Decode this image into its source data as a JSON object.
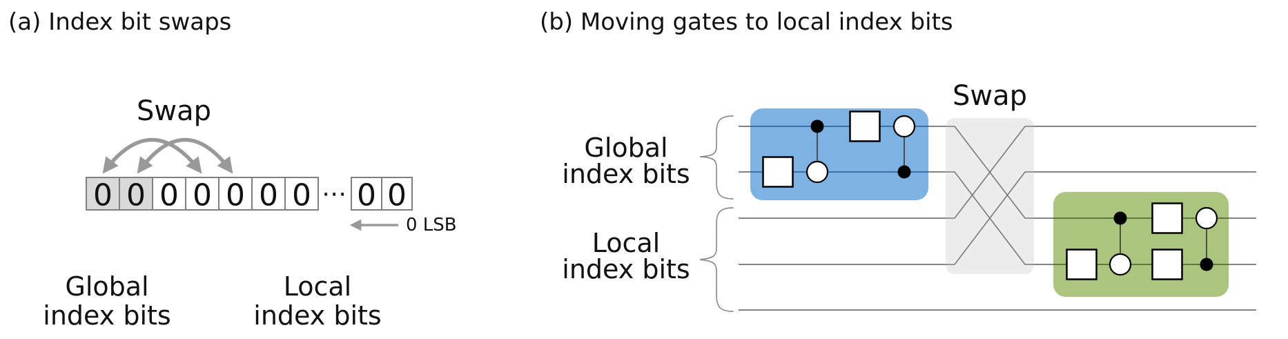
{
  "colors": {
    "blue_box": "#7EB2E4",
    "green_box": "#ABC57E",
    "swap_box": "#ECECEC",
    "cell_shaded": "#D9D9D9",
    "cell_white": "#FFFFFF",
    "cell_border": "#7F7F7F",
    "arc_gray": "#999999",
    "wire_gray": "#595959",
    "wire_blue": "#2E6BA8",
    "wire_green": "#55702B",
    "brace_gray": "#8C8C8C",
    "gate_border": "#000000"
  },
  "panel_a": {
    "title": "(a) Index bit swaps",
    "swap_label": "Swap",
    "bits_left": [
      "0",
      "0",
      "0",
      "0",
      "0",
      "0",
      "0"
    ],
    "ellipsis": "⋯",
    "bits_right": [
      "0",
      "0"
    ],
    "lsb_label": "0 LSB",
    "global_label_line1": "Global",
    "global_label_line2": "index bits",
    "local_label_line1": "Local",
    "local_label_line2": "index bits"
  },
  "panel_b": {
    "title": "(b) Moving gates to local index bits",
    "swap_label": "Swap",
    "global_label_line1": "Global",
    "global_label_line2": "index bits",
    "local_label_line1": "Local",
    "local_label_line2": "index bits"
  }
}
